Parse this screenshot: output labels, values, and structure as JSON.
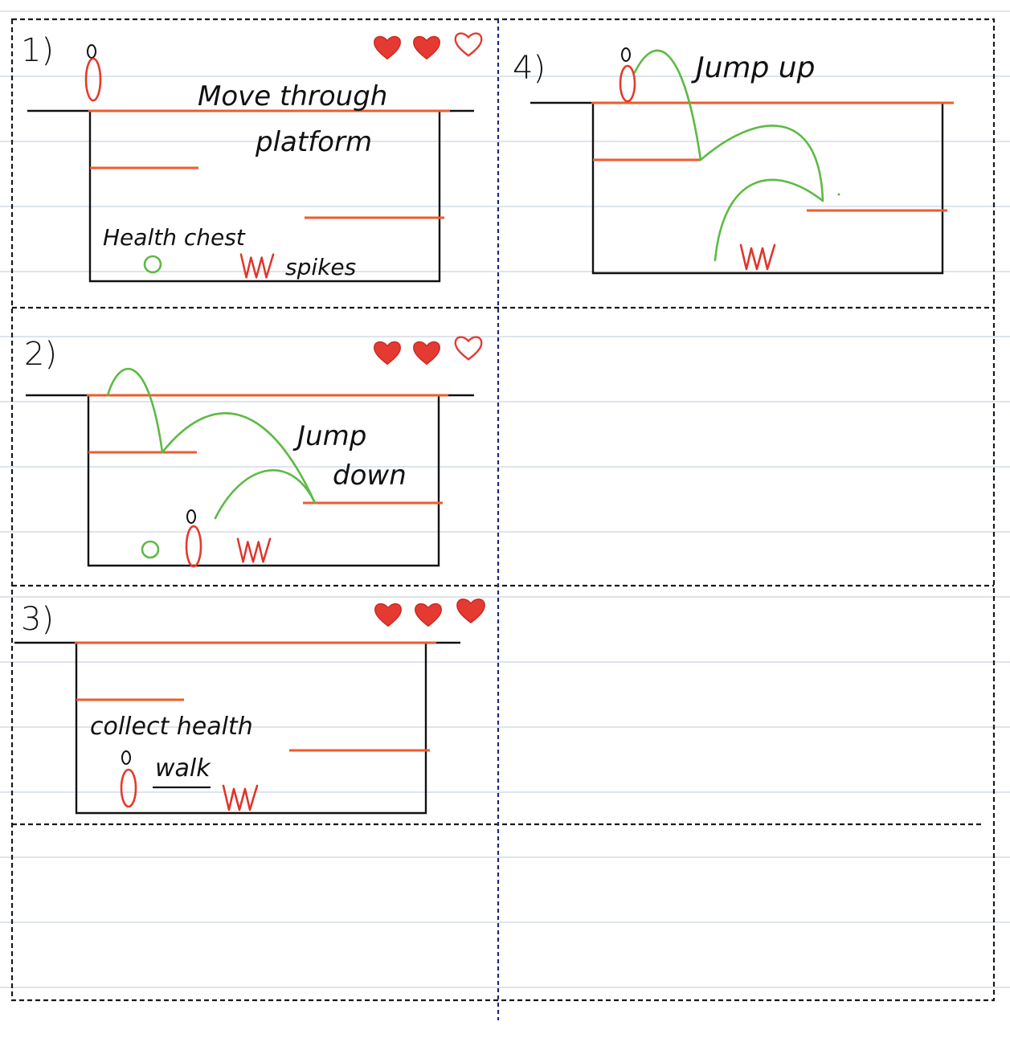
{
  "sheet": {
    "style": "lined notebook page with dashed storyboard frames",
    "line_color": "#c9d3df",
    "frame_color": "#1a1a1a",
    "divider_color": "#1b2a7a"
  },
  "colors": {
    "ink": "#111111",
    "platform": "#ef5b2d",
    "player": "#e53a2a",
    "jump_arc": "#5dba45",
    "health_chest": "#5dba45",
    "spikes": "#e0342a",
    "heart": "#e53a32"
  },
  "icons": {
    "player": "player-stick-figure-icon",
    "heart_full": "heart-full-icon",
    "heart_empty": "heart-outline-icon",
    "spikes": "spikes-icon",
    "health_chest": "health-chest-circle-icon"
  },
  "panels": [
    {
      "number": "1)",
      "hearts": [
        "full",
        "full",
        "empty"
      ],
      "caption_line1": "Move through",
      "caption_line2": "platform",
      "label_health_chest": "Health chest",
      "label_spikes": "spikes"
    },
    {
      "number": "2)",
      "hearts": [
        "full",
        "full",
        "empty"
      ],
      "caption_line1": "Jump",
      "caption_line2": "down"
    },
    {
      "number": "3)",
      "hearts": [
        "full",
        "full",
        "full"
      ],
      "caption_line1": "collect health",
      "caption_line2": "walk"
    },
    {
      "number": "4)",
      "caption_line1": "Jump up"
    }
  ]
}
